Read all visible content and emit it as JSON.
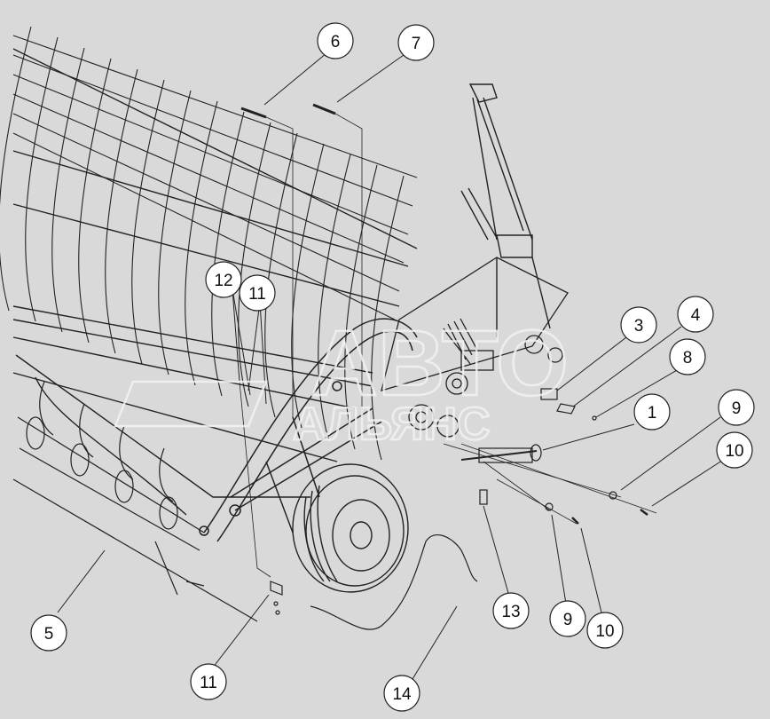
{
  "watermark": {
    "line1": "АВТО",
    "line2": "АЛЬЯНС"
  },
  "callouts": [
    {
      "id": "c6",
      "label": "6"
    },
    {
      "id": "c7",
      "label": "7"
    },
    {
      "id": "c12",
      "label": "12"
    },
    {
      "id": "c11a",
      "label": "11"
    },
    {
      "id": "c3",
      "label": "3"
    },
    {
      "id": "c4",
      "label": "4"
    },
    {
      "id": "c8",
      "label": "8"
    },
    {
      "id": "c1",
      "label": "1"
    },
    {
      "id": "c9a",
      "label": "9"
    },
    {
      "id": "c10a",
      "label": "10"
    },
    {
      "id": "c5",
      "label": "5"
    },
    {
      "id": "c11b",
      "label": "11"
    },
    {
      "id": "c13",
      "label": "13"
    },
    {
      "id": "c9b",
      "label": "9"
    },
    {
      "id": "c10b",
      "label": "10"
    },
    {
      "id": "c14",
      "label": "14"
    }
  ],
  "colors": {
    "background": "#d9d9d9",
    "line": "#222222",
    "callout_fill": "#ffffff",
    "watermark": "#f2f2f2"
  }
}
